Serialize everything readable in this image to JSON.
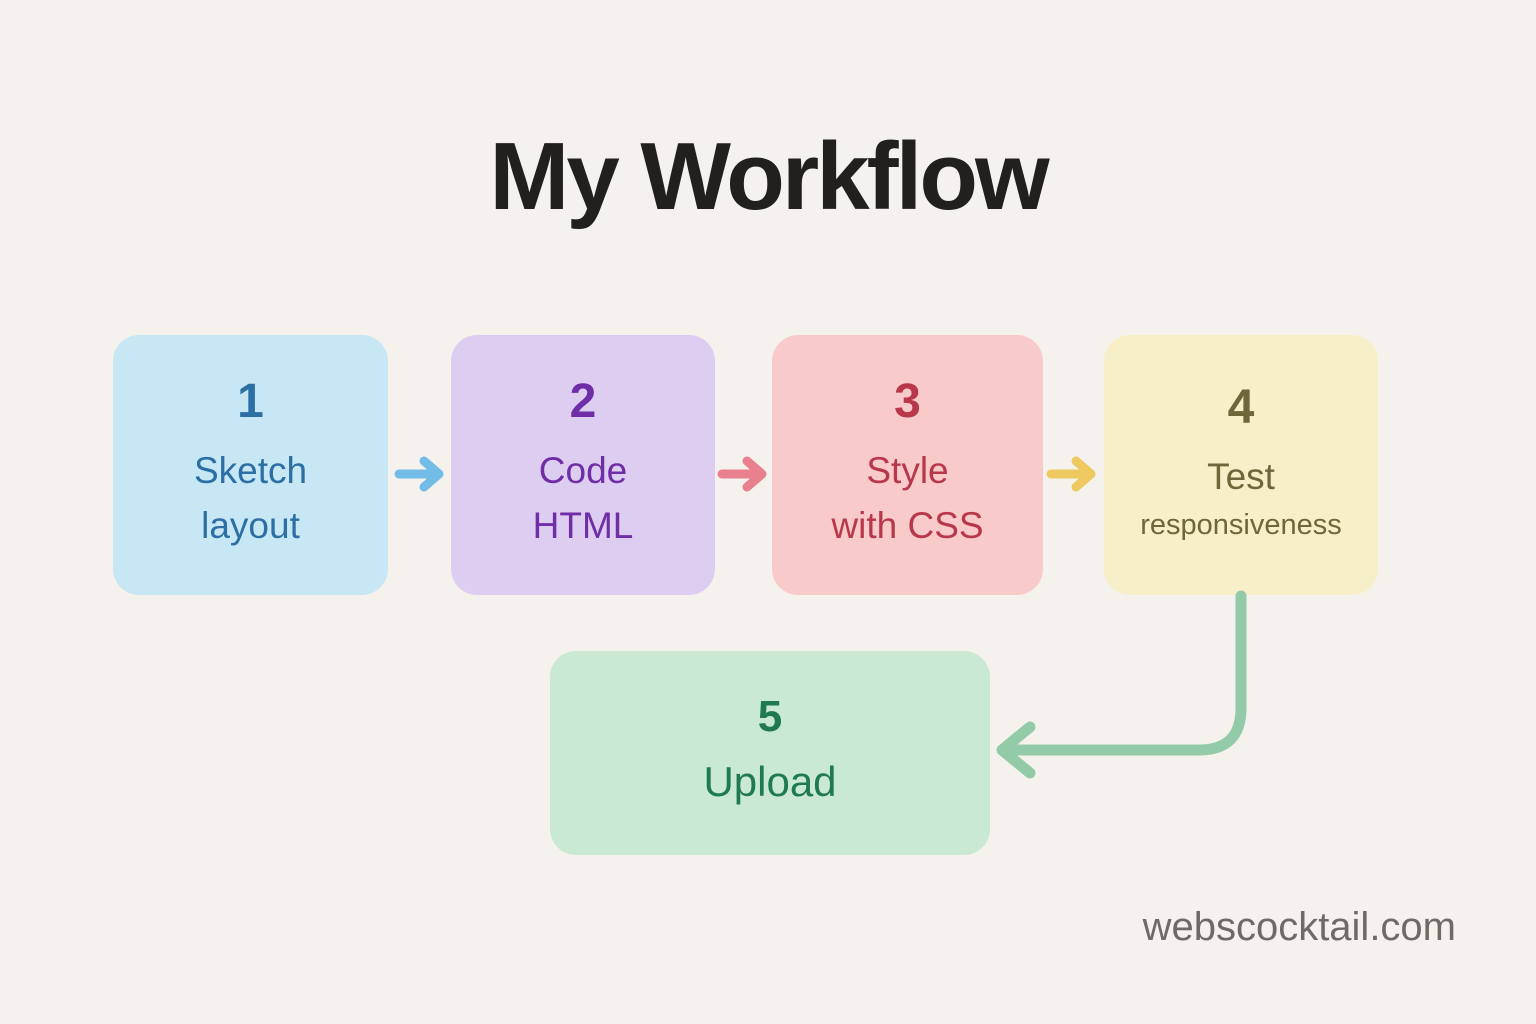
{
  "title": "My Workflow",
  "footer": "webscocktail.com",
  "colors": {
    "background": "#f5f2ee",
    "title_text": "#22201d",
    "footer_text": "#6e6a65"
  },
  "steps": [
    {
      "number": "1",
      "label_lines": [
        "Sketch",
        "layout"
      ],
      "bg": "#c7e7f4",
      "text": "#2c6fa5"
    },
    {
      "number": "2",
      "label_lines": [
        "Code",
        "HTML"
      ],
      "bg": "#ddcdf0",
      "text": "#6f2da8"
    },
    {
      "number": "3",
      "label_lines": [
        "Style",
        "with CSS"
      ],
      "bg": "#f8caca",
      "text": "#b9374b"
    },
    {
      "number": "4",
      "label_lines": [
        "Test",
        "responsiveness"
      ],
      "bg": "#f7efc8",
      "text": "#6f663a"
    },
    {
      "number": "5",
      "label_lines": [
        "Upload"
      ],
      "bg": "#c9e9d2",
      "text": "#1f7a4d"
    }
  ],
  "arrows": [
    {
      "name": "arrow-step1-to-step2",
      "color": "#74bce8"
    },
    {
      "name": "arrow-step2-to-step3",
      "color": "#e8808e"
    },
    {
      "name": "arrow-step3-to-step4",
      "color": "#eec95f"
    },
    {
      "name": "arrow-step4-to-step5",
      "color": "#93cba8"
    }
  ]
}
